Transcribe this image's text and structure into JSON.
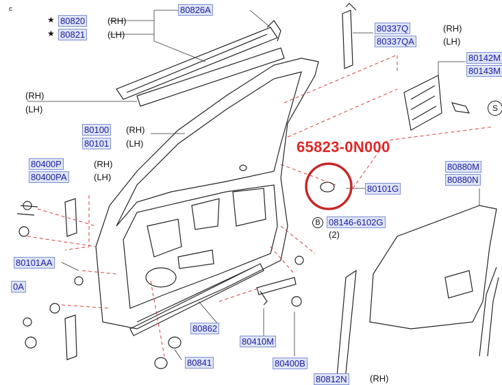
{
  "corner_mark": "c",
  "highlight_part": "65823-0N000",
  "labels": {
    "p80820": "80820",
    "p80821": "80821",
    "p80826A": "80826A",
    "p80337Q": "80337Q",
    "p80337QA": "80337QA",
    "p80142M": "80142M",
    "p80143M": "80143M",
    "p80100": "80100",
    "p80101": "80101",
    "p80400P": "80400P",
    "p80400PA": "80400PA",
    "p80101G": "80101G",
    "p08146": "08146-6102G",
    "p80880M": "80880M",
    "p80880N": "80880N",
    "p80101AA": "80101AA",
    "p0A": "0A",
    "p80862": "80862",
    "p80410M": "80410M",
    "p80841": "80841",
    "p80400B": "80400B",
    "p80812N": "80812N"
  },
  "texts": {
    "rh": "(RH)",
    "lh": "(LH)",
    "star": "★",
    "qty2": "(2)",
    "b": "B",
    "s": "S"
  }
}
